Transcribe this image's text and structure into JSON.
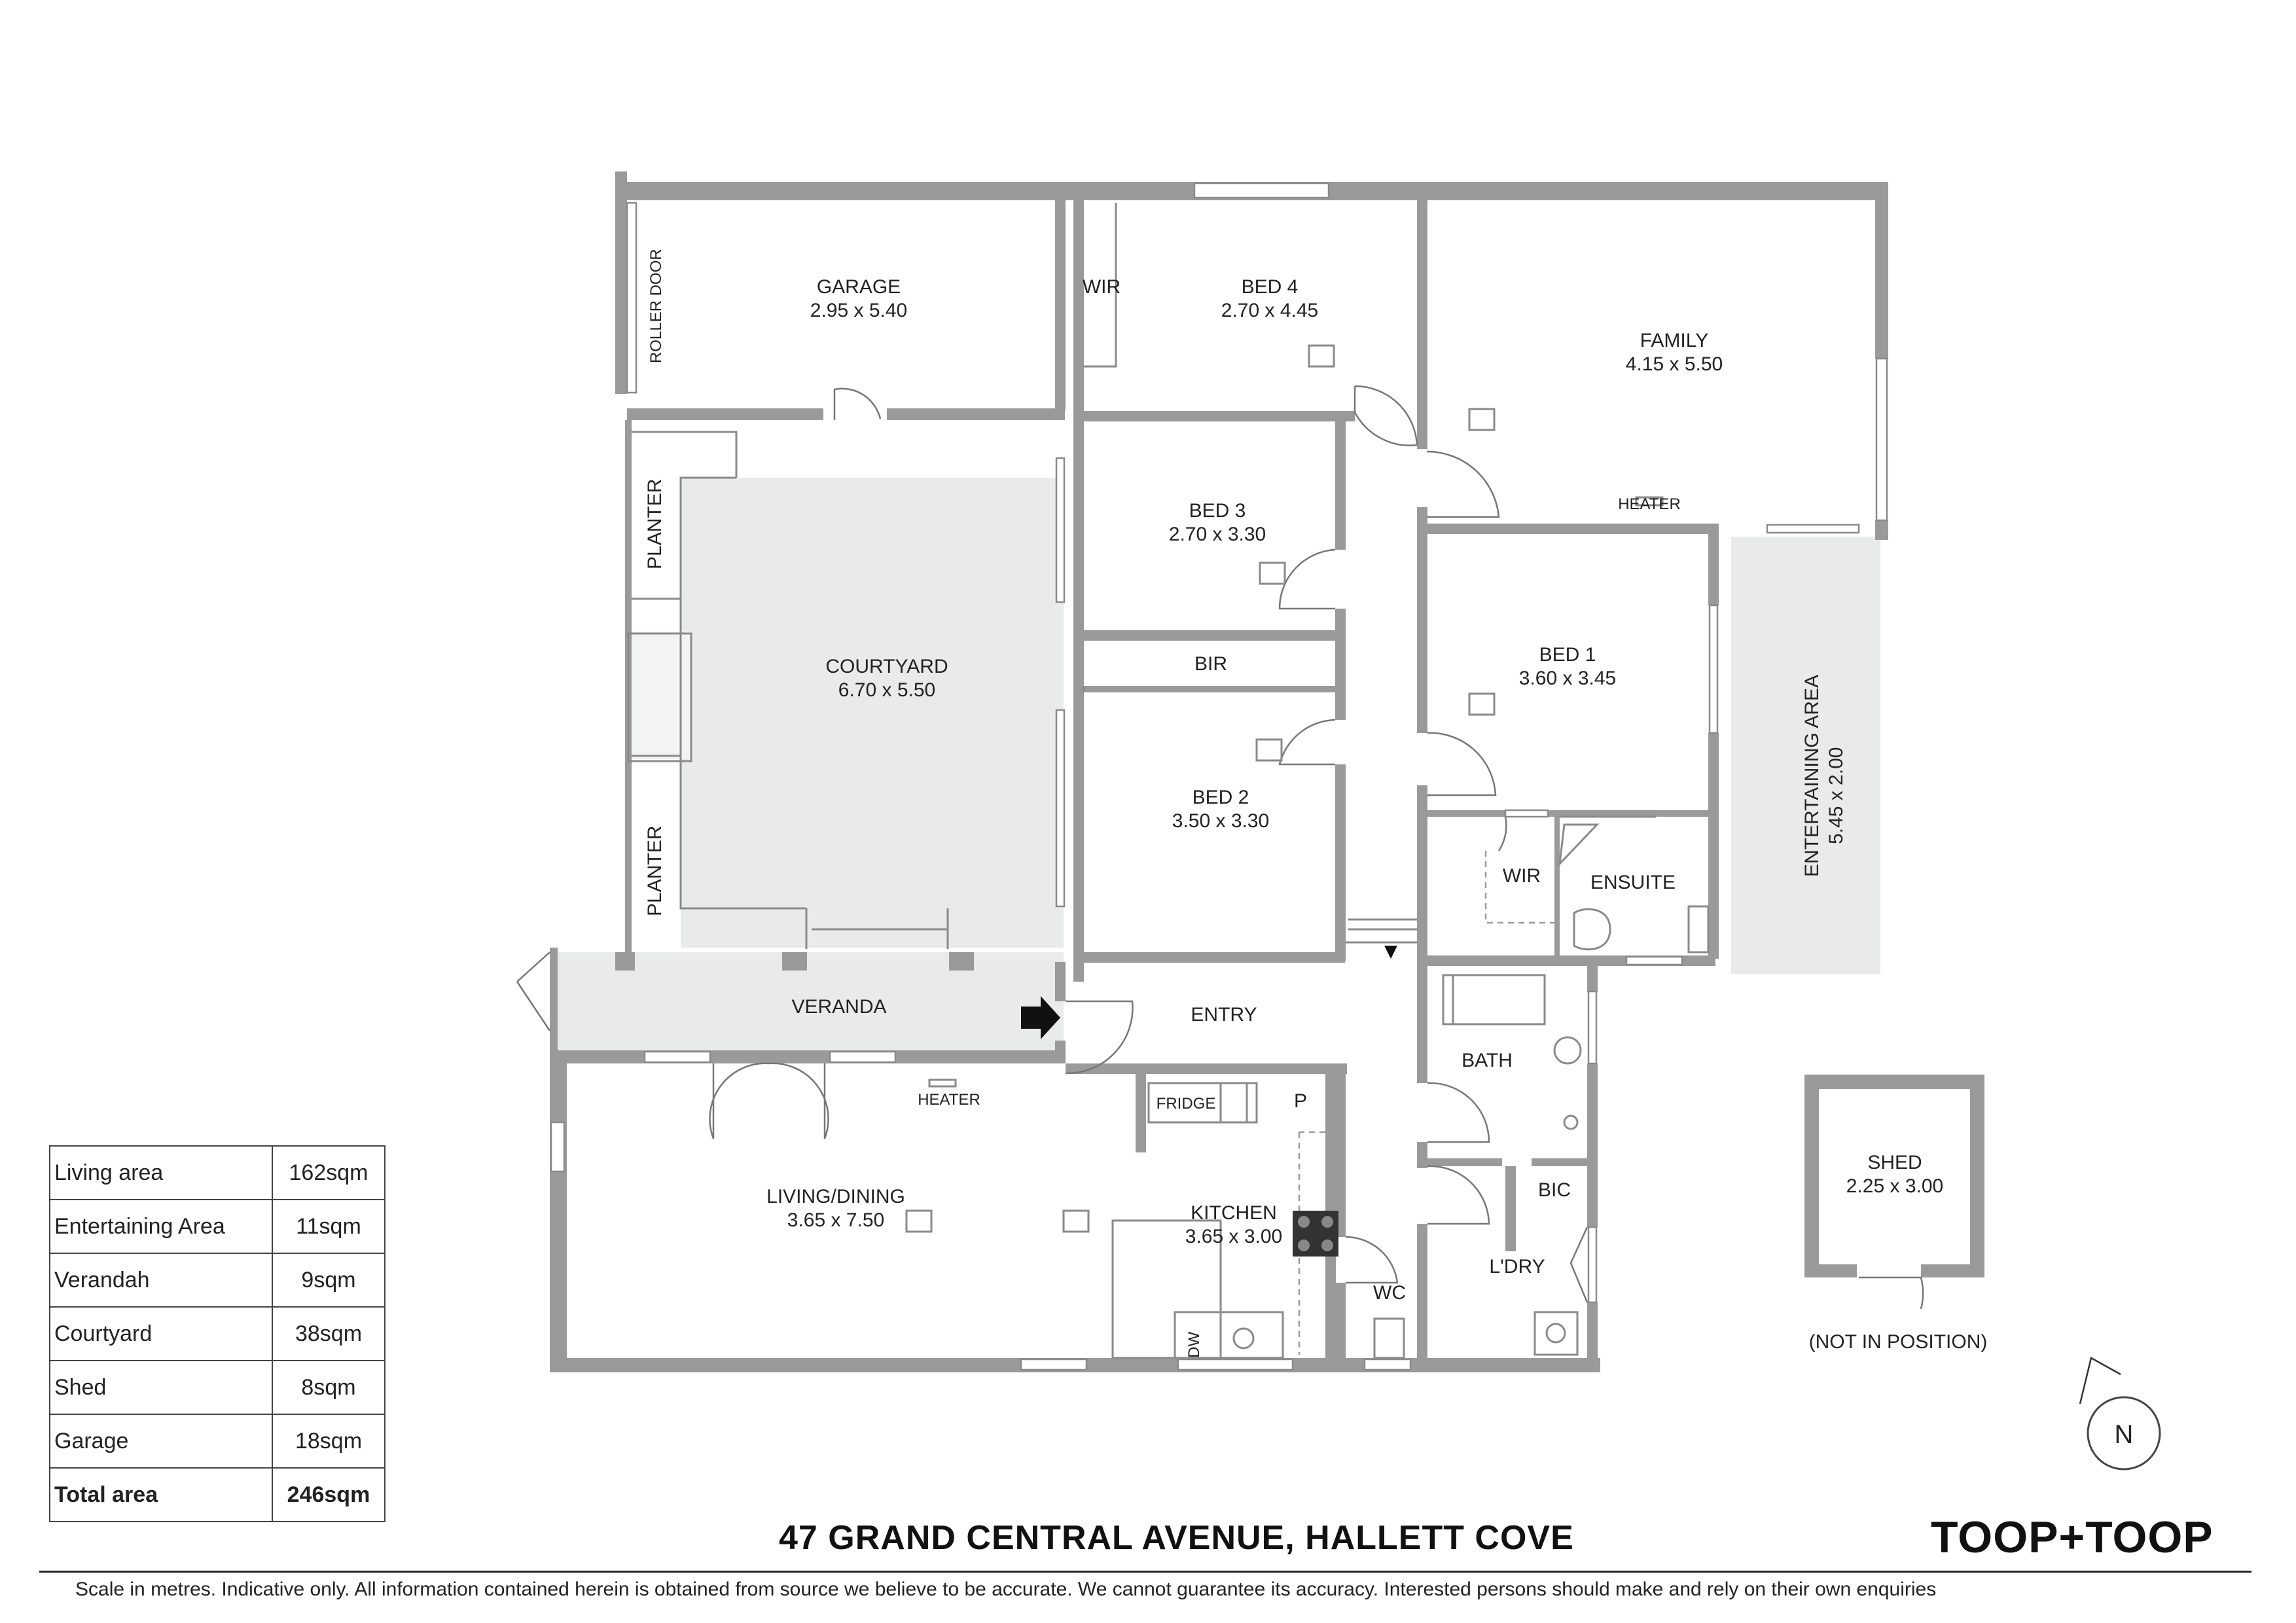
{
  "rooms": {
    "garage": {
      "name": "GARAGE",
      "dims": "2.95 x 5.40"
    },
    "roller_door": "ROLLER DOOR",
    "wir_bed4": "WIR",
    "bed4": {
      "name": "BED 4",
      "dims": "2.70 x 4.45"
    },
    "family": {
      "name": "FAMILY",
      "dims": "4.15 x 5.50"
    },
    "heater_family": "HEATER",
    "planter_top": "PLANTER",
    "planter_bottom": "PLANTER",
    "courtyard": {
      "name": "COURTYARD",
      "dims": "6.70 x 5.50"
    },
    "bed3": {
      "name": "BED 3",
      "dims": "2.70 x 3.30"
    },
    "bir": "BIR",
    "bed2": {
      "name": "BED 2",
      "dims": "3.50 x 3.30"
    },
    "bed1": {
      "name": "BED 1",
      "dims": "3.60 x 3.45"
    },
    "entertaining": {
      "name": "ENTERTAINING AREA",
      "dims": "5.45 x 2.00"
    },
    "wir_bed1": "WIR",
    "ensuite": "ENSUITE",
    "veranda": "VERANDA",
    "entry": "ENTRY",
    "heater_living": "HEATER",
    "living": {
      "name": "LIVING/DINING",
      "dims": "3.65 x 7.50"
    },
    "fridge": "FRIDGE",
    "pantry": "P",
    "kitchen": {
      "name": "KITCHEN",
      "dims": "3.65 x 3.00"
    },
    "dw": "DW",
    "bath": "BATH",
    "bic": "BIC",
    "ldry": "L'DRY",
    "wc": "WC",
    "shed": {
      "name": "SHED",
      "dims": "2.25 x 3.00"
    },
    "shed_note": "(NOT IN POSITION)",
    "north": "N"
  },
  "area_table": {
    "rows": [
      {
        "label": "Living area",
        "value": "162sqm"
      },
      {
        "label": "Entertaining Area",
        "value": "11sqm"
      },
      {
        "label": "Verandah",
        "value": "9sqm"
      },
      {
        "label": "Courtyard",
        "value": "38sqm"
      },
      {
        "label": "Shed",
        "value": "8sqm"
      },
      {
        "label": "Garage",
        "value": "18sqm"
      }
    ],
    "total": {
      "label": "Total area",
      "value": "246sqm"
    }
  },
  "address": "47 GRAND CENTRAL AVENUE, HALLETT COVE",
  "brand": "TOOP+TOOP",
  "disclaimer": "Scale in metres. Indicative only. All information contained herein is obtained from source we believe to be accurate. We cannot guarantee its accuracy. Interested persons should make and rely on their own enquiries"
}
